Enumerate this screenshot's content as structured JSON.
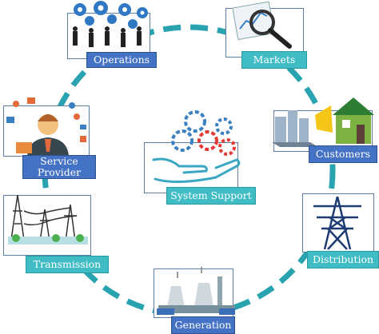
{
  "nodes": {
    "operations": {
      "label": "Operations",
      "icon": "gears-and-people-icon",
      "color": "#4472c4"
    },
    "markets": {
      "label": "Markets",
      "icon": "magnifier-chart-icon",
      "color": "#3fbcc4"
    },
    "customers": {
      "label": "Customers",
      "icon": "house-city-icon",
      "color": "#4472c4"
    },
    "distribution": {
      "label": "Distribution",
      "icon": "pylon-icon",
      "color": "#3fbcc4"
    },
    "generation": {
      "label": "Generation",
      "icon": "power-plant-icon",
      "color": "#4472c4"
    },
    "transmission": {
      "label": "Transmission",
      "icon": "transmission-lines-icon",
      "color": "#3fbcc4"
    },
    "service": {
      "label_line1": "Service",
      "label_line2": "Provider",
      "icon": "support-agent-icon",
      "color": "#4472c4"
    },
    "system": {
      "label": "System Support",
      "icon": "hand-gears-icon",
      "color": "#3fbcc4"
    }
  },
  "ring_color": "#2aa3b0"
}
